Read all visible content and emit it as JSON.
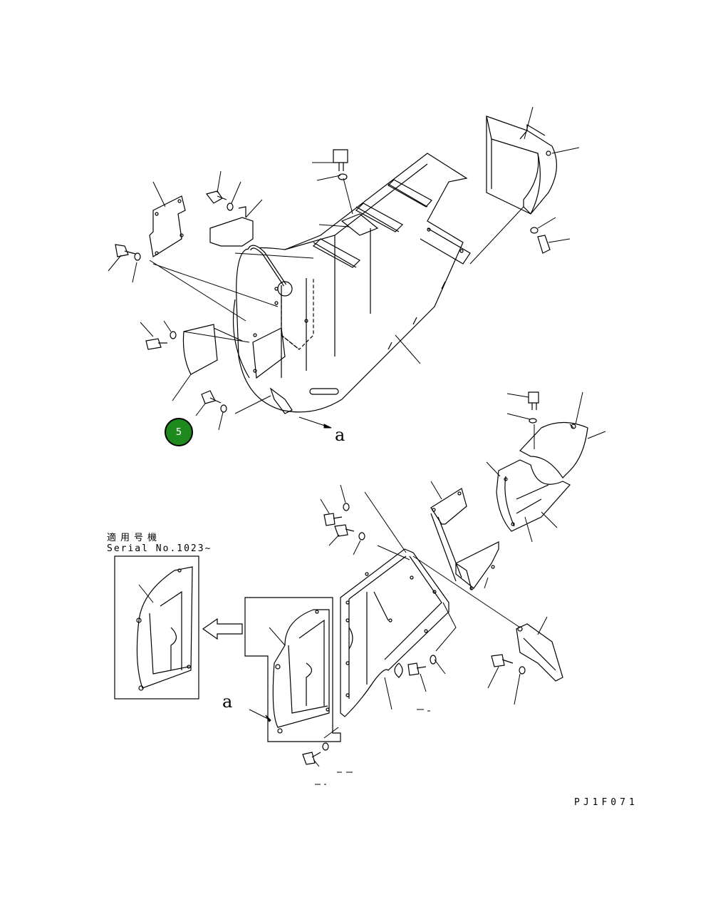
{
  "badge": {
    "number": "5",
    "color": "#1e8a1e"
  },
  "callout_a_top": "a",
  "callout_a_bottom": "a",
  "serial_heading_jp": "適用号機",
  "serial_heading_en": "Serial No.1023~",
  "drawing_code": "PJ1F071",
  "colors": {
    "line": "#000000",
    "background": "#ffffff"
  }
}
